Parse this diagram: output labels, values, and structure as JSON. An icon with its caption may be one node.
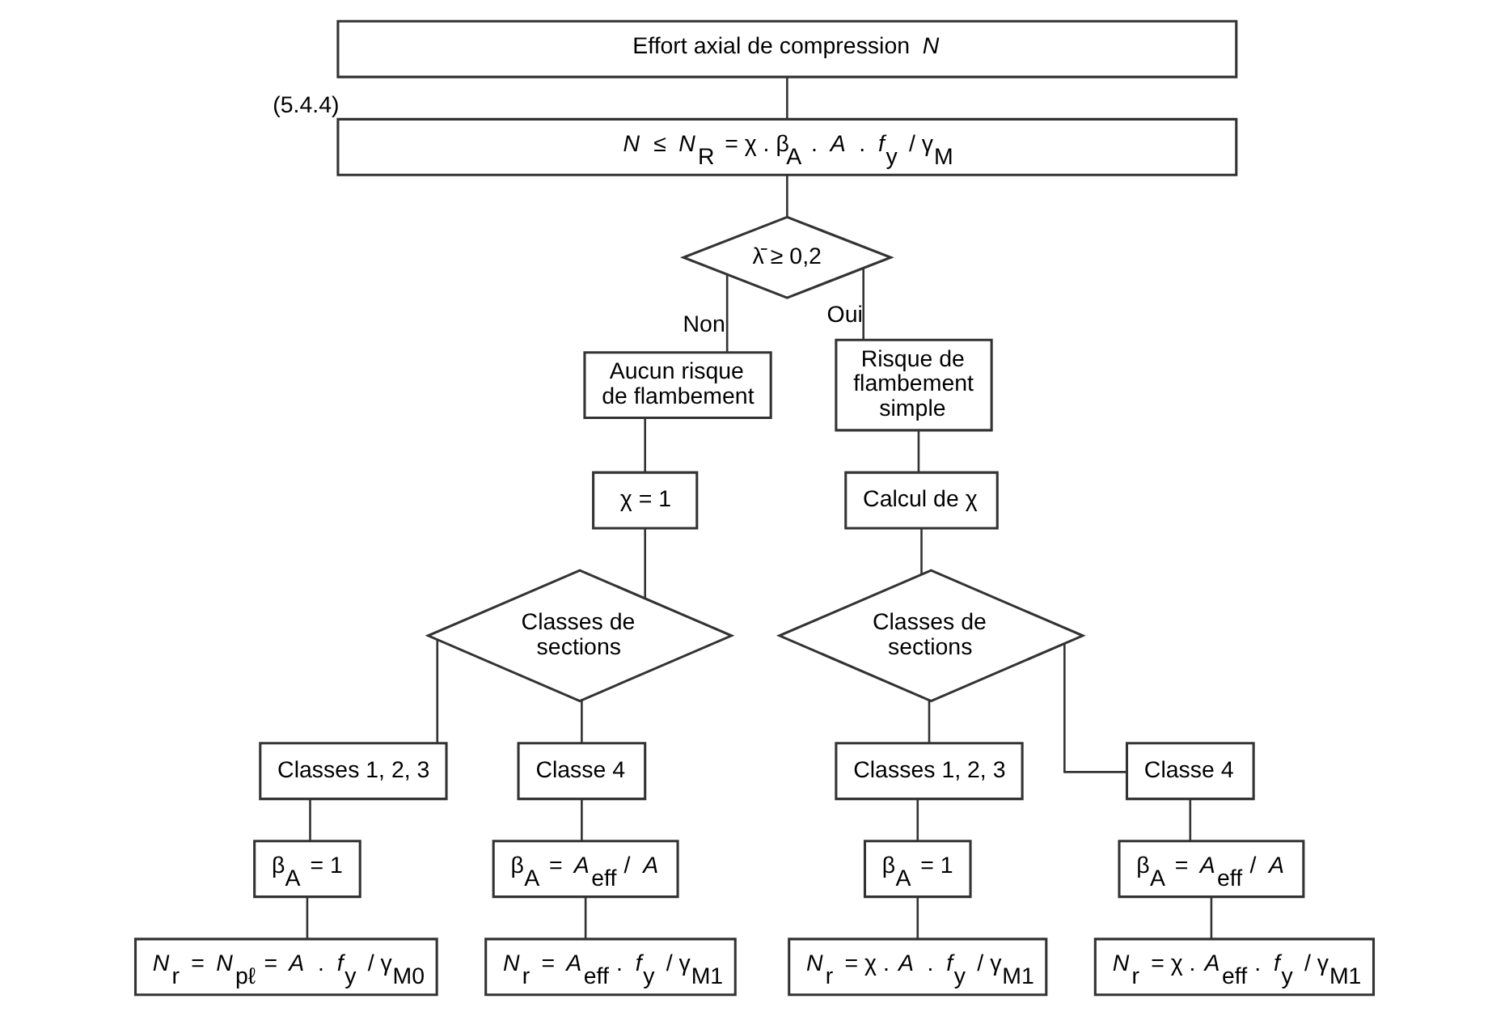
{
  "diagram": {
    "nodes": [
      {
        "text": [
          "Effort axial de compression *N*"
        ]
      },
      {
        "text": [
          "*N* ≤ *N*$_{R}$ = χ . β$_{A}$ . *A* . *f*$_{y}$ / γ$_{M}$"
        ],
        "beside": [
          "(5.4.4)"
        ]
      },
      {
        "text": [
          "λ̄ ≥ 0,2"
        ]
      },
      {
        "text": [
          "Aucun risque de flambement"
        ]
      },
      {
        "text": [
          "χ = 1"
        ]
      },
      {
        "text": [
          "Classes de sections"
        ]
      },
      {
        "text": [
          "Classes 1, 2, 3"
        ]
      },
      {
        "text": [
          "β$_{A}$ = 1"
        ]
      },
      {
        "text": [
          "*N*$_{r}$ = *N*$_{pℓ}$ = *A* . *f*$_{y}$ / γ$_{M0}$"
        ]
      },
      {
        "text": [
          "Classe 4"
        ]
      },
      {
        "text": [
          "β$_{A}$ = *A*$_{eff}$ / *A*"
        ]
      },
      {
        "text": [
          "*N*$_{r}$ = *A*$_{eff}$ . *f*$_{y}$ / γ$_{M1}$"
        ]
      },
      {
        "text": [
          "Risque de flambement simple"
        ]
      },
      {
        "text": [
          "Calcul de χ"
        ]
      },
      {
        "text": [
          "Classes de sections"
        ]
      },
      {
        "text": [
          "Classes 1, 2, 3"
        ]
      },
      {
        "text": [
          "β$_{A}$ = 1"
        ]
      },
      {
        "text": [
          "*N*$_{r}$ = χ . *A* . *f*$_{y}$ / γ$_{M1}$"
        ]
      },
      {
        "text": [
          "Classe 4"
        ]
      },
      {
        "text": [
          "β$_{A}$ = *A*$_{eff}$ / *A*"
        ]
      },
      {
        "text": [
          "*N*$_{r}$ = χ . *A*$_{eff}$ . *f*$_{y}$ / γ$_{M1}$"
        ]
      }
    ],
    "edges": [
      {
        "from": 0,
        "to": 1,
        "arrow": "none"
      },
      {
        "from": 1,
        "to": 2,
        "arrow": "none"
      },
      {
        "from": 2,
        "to": 3,
        "arrow": "none",
        "label": "Non"
      },
      {
        "from": 3,
        "to": 4,
        "arrow": "none"
      },
      {
        "from": 4,
        "to": 5,
        "arrow": "none"
      },
      {
        "from": 5,
        "to": 6,
        "arrow": "none"
      },
      {
        "from": 6,
        "to": 7,
        "arrow": "none"
      },
      {
        "from": 7,
        "to": 8,
        "arrow": "none"
      },
      {
        "from": 5,
        "to": 9,
        "arrow": "none"
      },
      {
        "from": 9,
        "to": 10,
        "arrow": "none"
      },
      {
        "from": 10,
        "to": 11,
        "arrow": "none"
      },
      {
        "from": 2,
        "to": 12,
        "arrow": "none",
        "label": "Oui"
      },
      {
        "from": 12,
        "to": 13,
        "arrow": "none"
      },
      {
        "from": 13,
        "to": 14,
        "arrow": "none"
      },
      {
        "from": 14,
        "to": 15,
        "arrow": "none"
      },
      {
        "from": 15,
        "to": 16,
        "arrow": "none"
      },
      {
        "from": 16,
        "to": 17,
        "arrow": "none"
      },
      {
        "from": 14,
        "to": 18,
        "arrow": "none"
      },
      {
        "from": 18,
        "to": 19,
        "arrow": "none"
      },
      {
        "from": 19,
        "to": 20,
        "arrow": "none"
      }
    ]
  }
}
